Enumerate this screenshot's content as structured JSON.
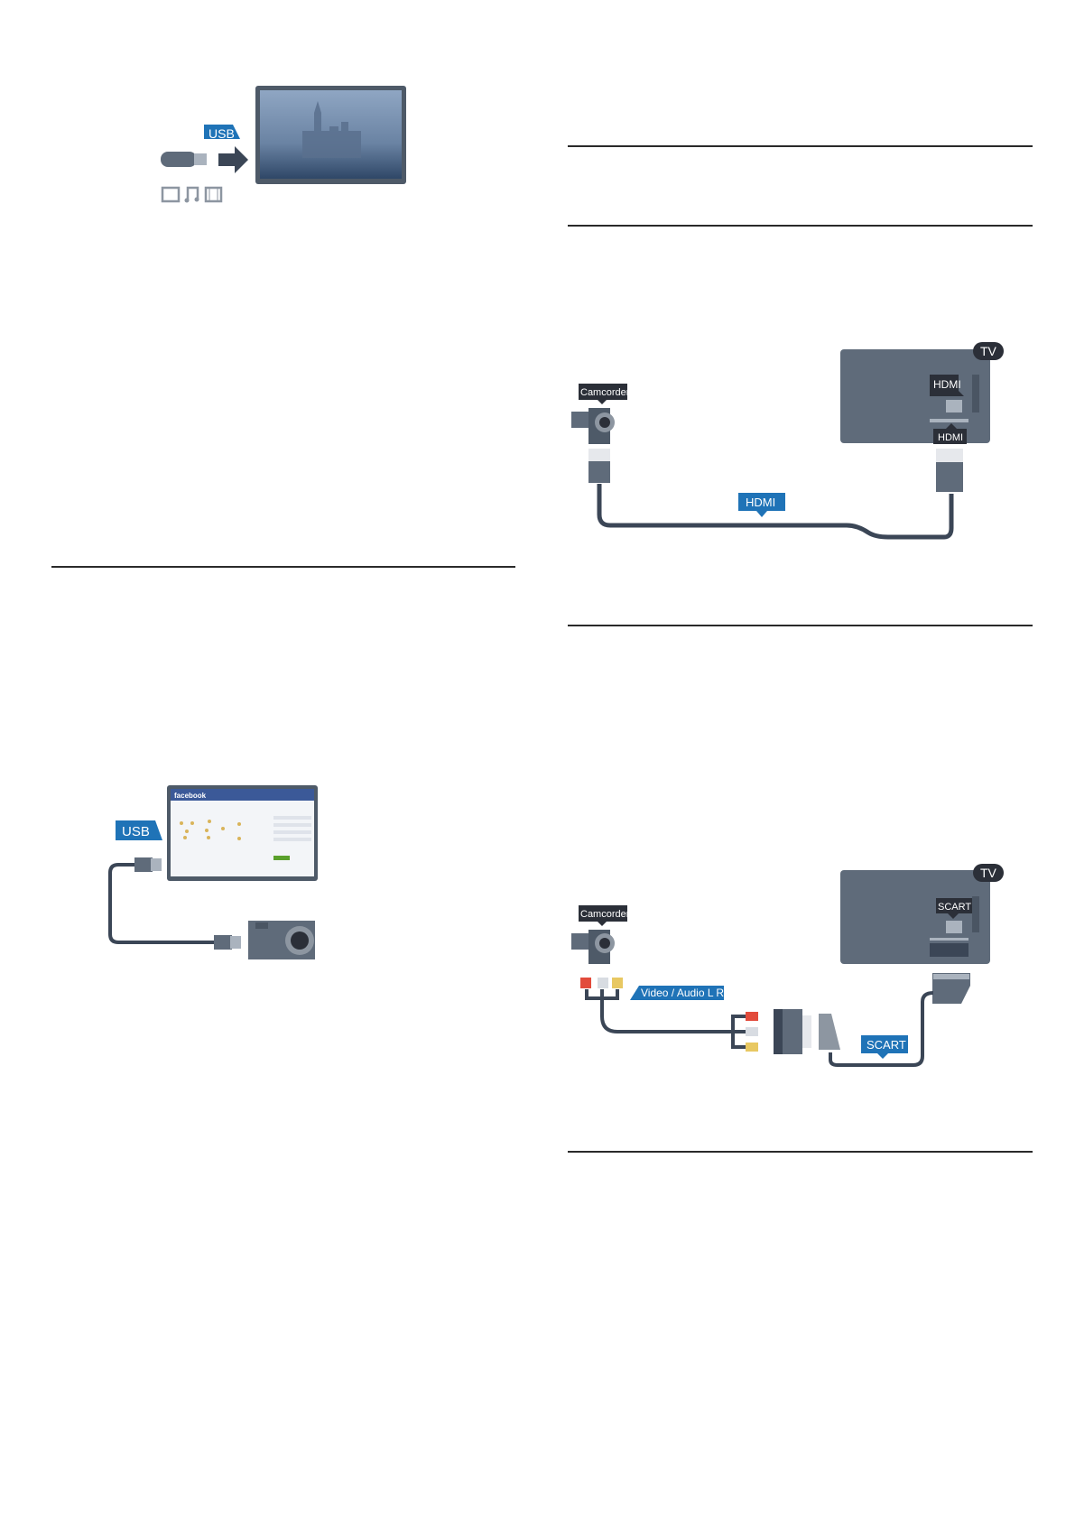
{
  "colors": {
    "accent_blue": "#1f73b7",
    "device_grey": "#5f6b7a",
    "cable": "#3b4656",
    "label_dark": "#2b2f38"
  },
  "usb_figure": {
    "label": "USB",
    "icons": [
      "photo-icon",
      "music-note-icon",
      "film-icon"
    ]
  },
  "facebook_figure": {
    "usb_label": "USB",
    "screen_brand": "facebook"
  },
  "hdmi_figure": {
    "tv_label": "TV",
    "camcorder_label": "Camcorder",
    "tv_port_label": "HDMI",
    "plug_label": "HDMI",
    "cable_label": "HDMI"
  },
  "scart_figure": {
    "tv_label": "TV",
    "camcorder_label": "Camcorder",
    "tv_port_label": "SCART",
    "av_label": "Video / Audio L R",
    "cable_label": "SCART"
  }
}
